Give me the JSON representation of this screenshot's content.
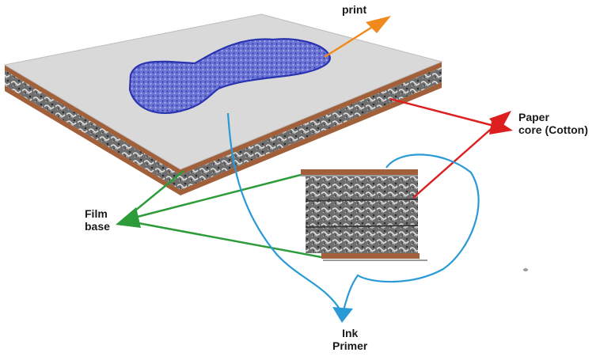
{
  "labels": {
    "print": "print",
    "paper_core_line1": "Paper",
    "paper_core_line2": "core (Cotton)",
    "film_base_line1": "Film",
    "film_base_line2": "base",
    "ink_primer_line1": "Ink",
    "ink_primer_line2": "Primer"
  },
  "colors": {
    "background": "#ffffff",
    "surface": "#d9d9d9",
    "film_base_edge": "#a2603a",
    "core_texture": "#6e6e6e",
    "print_area": "#3b44b8",
    "print_arrow": "#f08a1c",
    "paper_core_arrow": "#dd1f1f",
    "film_base_arrow": "#2e9b3a",
    "ink_primer_arrow": "#2a9ad6"
  }
}
